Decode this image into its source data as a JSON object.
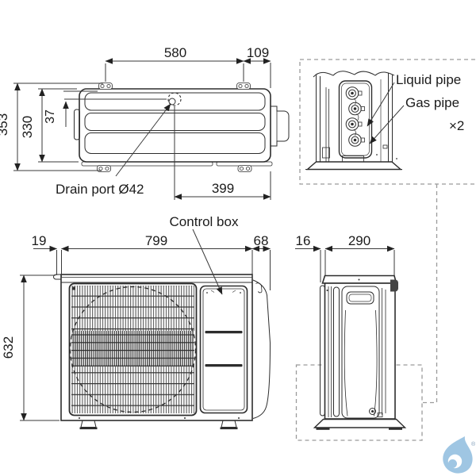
{
  "top_view": {
    "dim_mounting_pitch": "580",
    "dim_mount_to_edge": "109",
    "dim_depth_overall": "353",
    "dim_depth_body": "330",
    "dim_drain_offset": "37",
    "dim_drain_to_edge": "399",
    "drain_port_label": "Drain port Ø42"
  },
  "pipe_detail_view": {
    "liquid_pipe_label": "Liquid pipe",
    "gas_pipe_label": "Gas pipe",
    "quantity_note": "×2"
  },
  "front_view": {
    "dim_lip_offset": "19",
    "dim_body_width": "799",
    "dim_valve_cover": "68",
    "dim_height": "632",
    "control_box_label": "Control box"
  },
  "side_view": {
    "dim_grille_overhang": "16",
    "dim_depth": "290"
  },
  "logo": {
    "registered_mark": "®"
  },
  "colors": {
    "line": "#2d2d2d",
    "dimension": "#3a3a3a",
    "dashed_detail": "#9b9b9b",
    "logo_blue": "#9fc6e3",
    "background": "#ffffff"
  }
}
